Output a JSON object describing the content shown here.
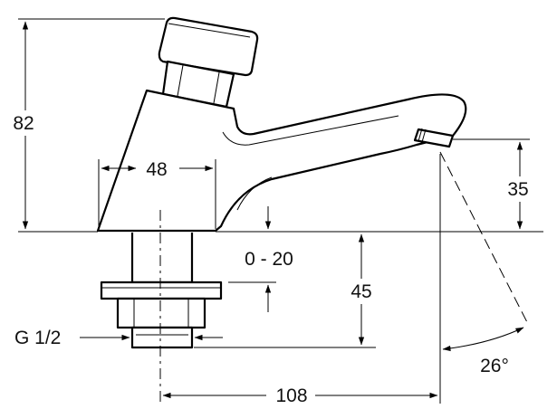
{
  "dimensions": {
    "total_height": "82",
    "base_width": "48",
    "spout_height": "35",
    "thickness_range": "0 - 20",
    "shank_length": "45",
    "thread": "G 1/2",
    "spout_reach": "108",
    "flow_angle": "26°"
  },
  "colors": {
    "line": "#000000",
    "background": "#ffffff"
  }
}
